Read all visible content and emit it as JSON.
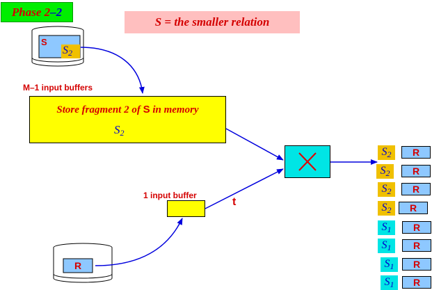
{
  "phase": {
    "prefix": "Phase 2",
    "dash": "–",
    "suffix": "2"
  },
  "definition": "S = the smaller relation",
  "disk_top": {
    "relation_label": "S",
    "fragment_label": "S",
    "fragment_sub": "2"
  },
  "memory_buffer": {
    "caption": "M–1 input buffers",
    "title_before": "Store fragment 2 of ",
    "title_relation": "S",
    "title_after": " in memory",
    "content_label": "S",
    "content_sub": "2"
  },
  "small_buffer": {
    "caption": "1 input buffer"
  },
  "tuple_label": "t",
  "disk_bottom": {
    "relation_label": "R"
  },
  "join_operator": "×",
  "output": [
    {
      "s": "S",
      "sub": "2",
      "tag_color": "#f0c000",
      "r": "R"
    },
    {
      "s": "S",
      "sub": "2",
      "tag_color": "#f0c000",
      "r": "R"
    },
    {
      "s": "S",
      "sub": "2",
      "tag_color": "#f0c000",
      "r": "R"
    },
    {
      "s": "S",
      "sub": "2",
      "tag_color": "#f0c000",
      "r": "R"
    },
    {
      "s": "S",
      "sub": "1",
      "tag_color": "#00e5e5",
      "r": "R"
    },
    {
      "s": "S",
      "sub": "1",
      "tag_color": "#00e5e5",
      "r": "R"
    },
    {
      "s": "S",
      "sub": "1",
      "tag_color": "#00e5e5",
      "r": "R"
    },
    {
      "s": "S",
      "sub": "1",
      "tag_color": "#00e5e5",
      "r": "R"
    }
  ],
  "colors": {
    "phase_bg": "#00ee00",
    "definition_bg": "#ffbfbf",
    "buffer_fill": "#ffff00",
    "join_fill": "#00e5e5",
    "r_fill": "#8ec8ff",
    "s2_tag": "#f0c000",
    "s1_tag": "#00e5e5",
    "arrow": "#0000dd",
    "text_red": "#d40000"
  }
}
